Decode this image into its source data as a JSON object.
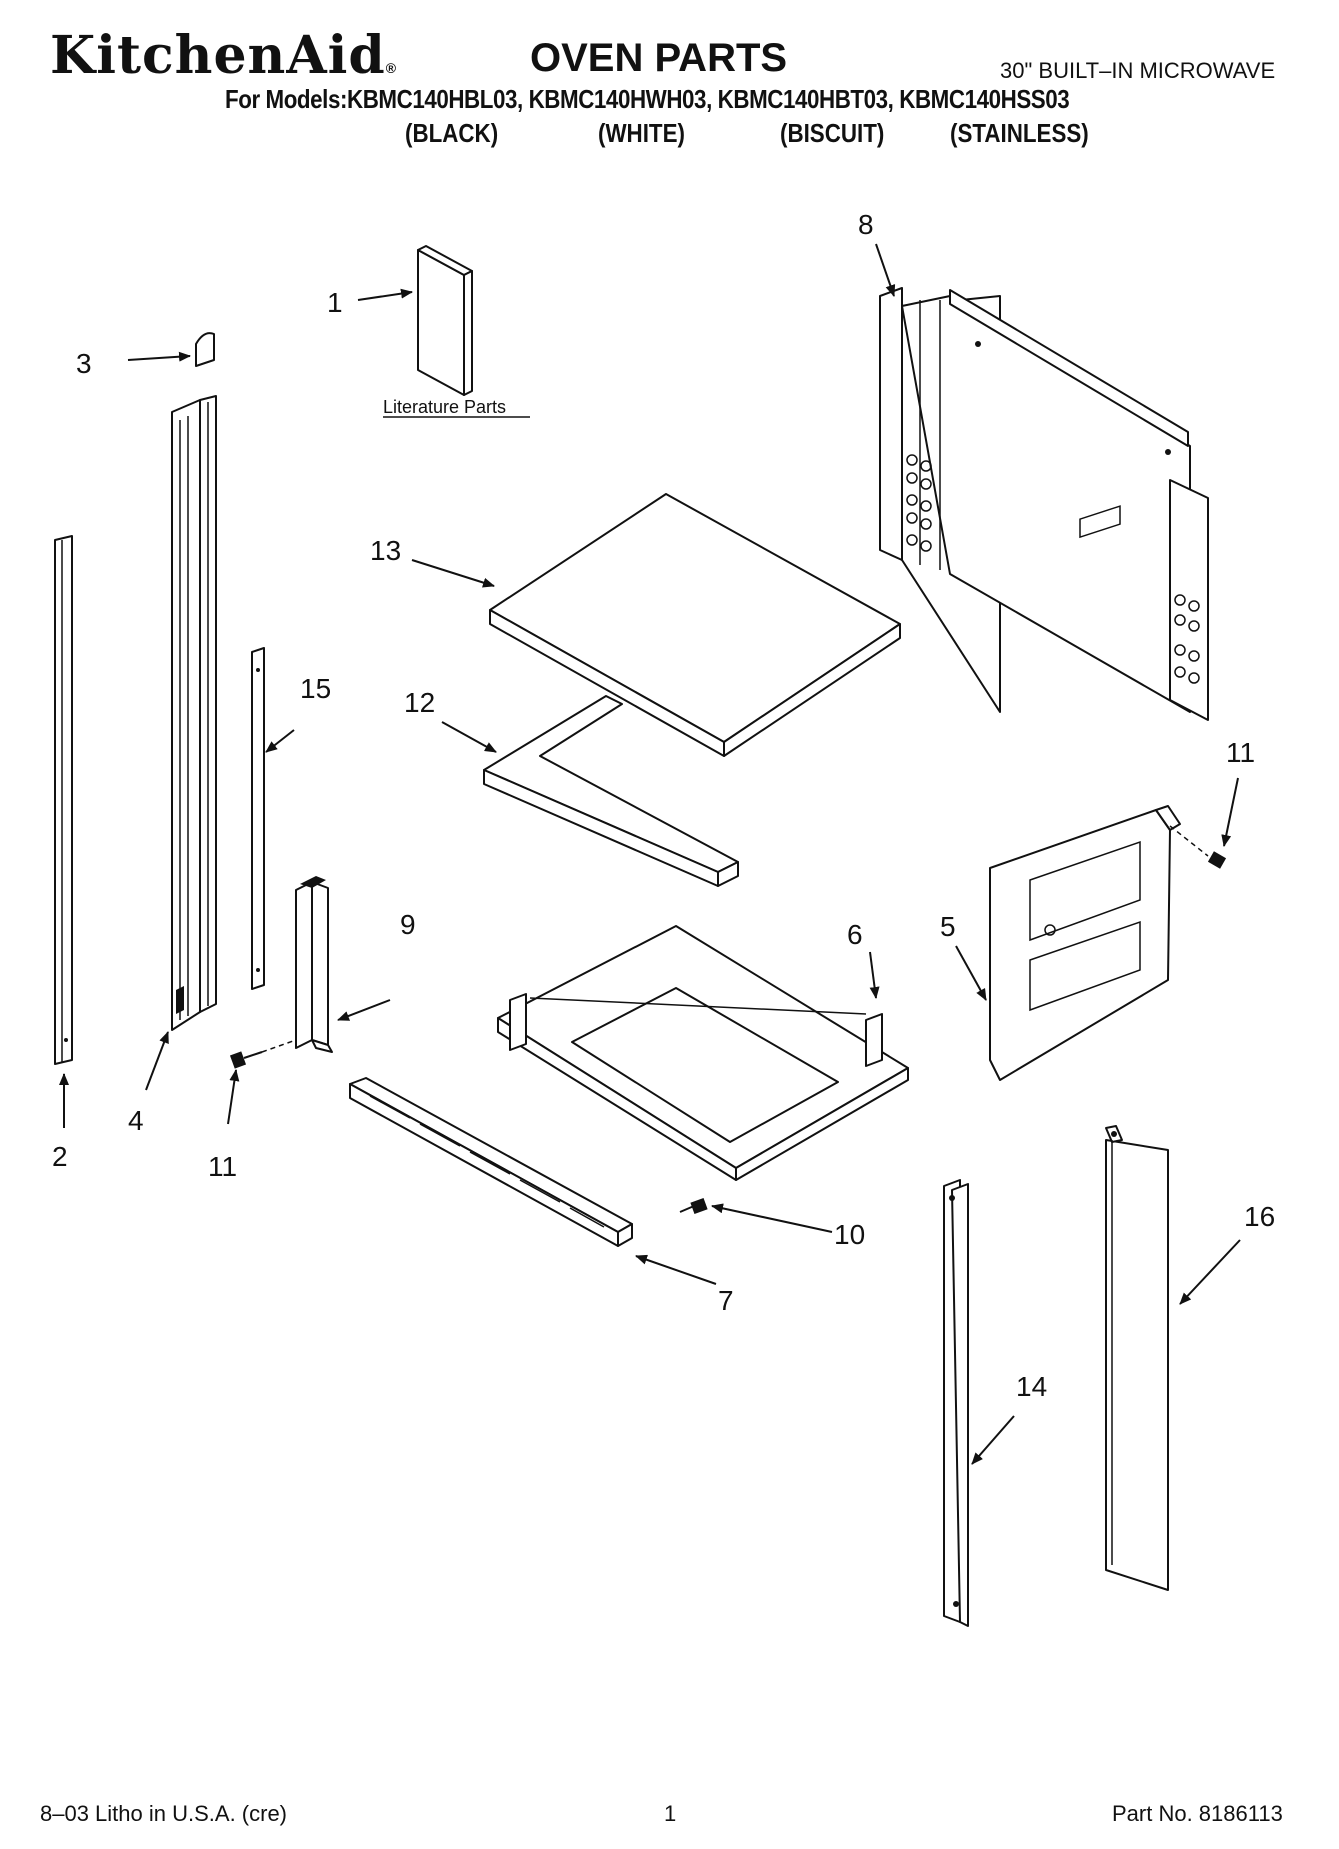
{
  "header": {
    "brand": "KitchenAid",
    "brand_mark": "®",
    "title": "OVEN PARTS",
    "subtitle": "30\" BUILT–IN MICROWAVE",
    "models": "For Models:KBMC140HBL03, KBMC140HWH03, KBMC140HBT03, KBMC140HSS03",
    "colors": [
      "(BLACK)",
      "(WHITE)",
      "(BISCUIT)",
      "(STAINLESS)"
    ]
  },
  "diagram": {
    "literature_label": "Literature Parts",
    "callouts": {
      "c1": "1",
      "c2": "2",
      "c3": "3",
      "c4": "4",
      "c5": "5",
      "c6": "6",
      "c7": "7",
      "c8": "8",
      "c9": "9",
      "c10": "10",
      "c11a": "11",
      "c11b": "11",
      "c12": "12",
      "c13": "13",
      "c14": "14",
      "c15": "15",
      "c16": "16"
    }
  },
  "footer": {
    "litho": "8–03 Litho in U.S.A. (cre)",
    "page": "1",
    "part_no": "Part No. 8186113"
  }
}
